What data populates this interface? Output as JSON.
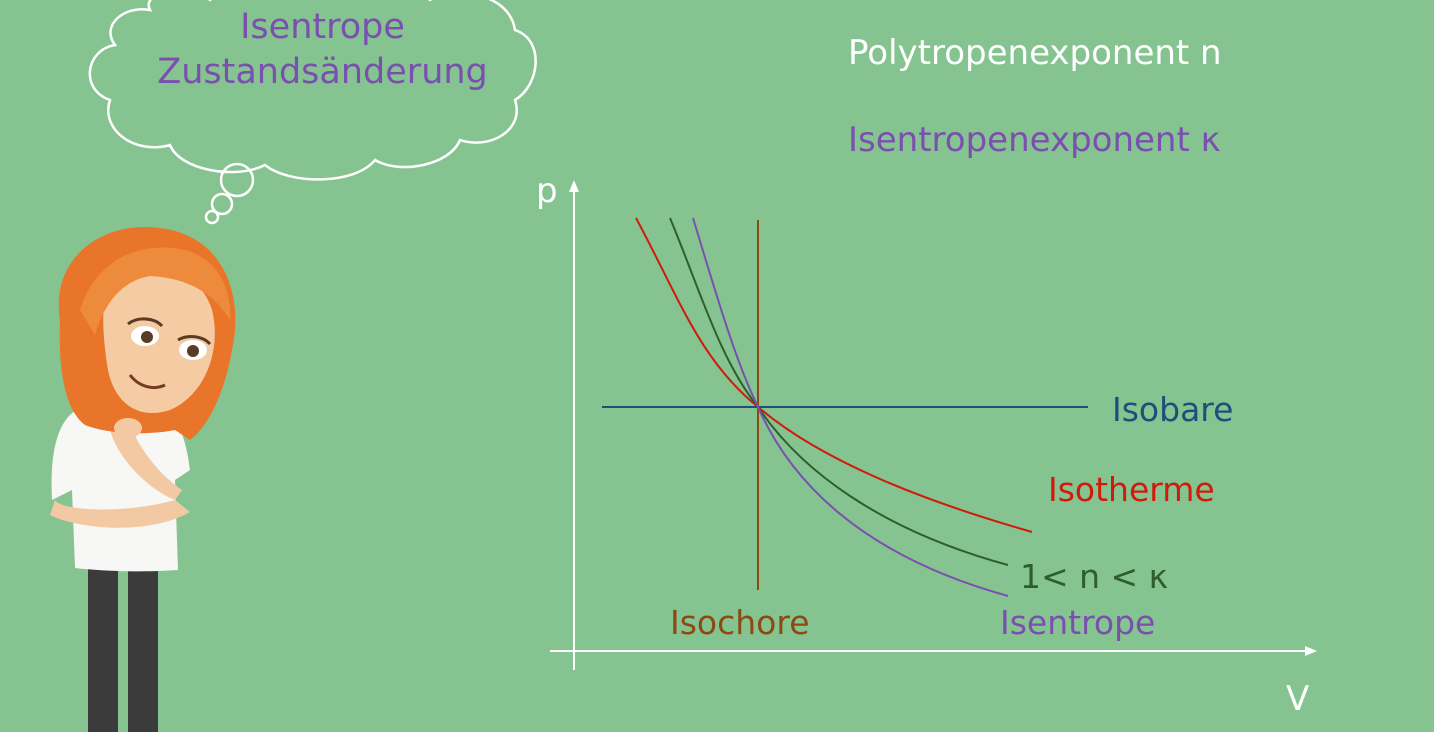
{
  "thought": {
    "line1": "Isentrope",
    "line2": "Zustandsänderung"
  },
  "headings": {
    "polytropic": "Polytropenexponent n",
    "isentropic": "Isentropenexponent κ"
  },
  "diagram": {
    "y_axis_label": "p",
    "x_axis_label": "V",
    "labels": {
      "isobar": "Isobare",
      "isotherm": "Isotherme",
      "polytrope": "1< n < κ",
      "isentrope": "Isentrope",
      "isochore": "Isochore"
    }
  },
  "colors": {
    "background": "#85c490",
    "isobar": "#1f4e79",
    "isotherm": "#d01a0a",
    "polytrope": "#2e5e2a",
    "isentrope": "#7a4fb0",
    "isochore": "#8a4a12",
    "axes": "#ffffff",
    "thought_text": "#7a4fb0"
  }
}
